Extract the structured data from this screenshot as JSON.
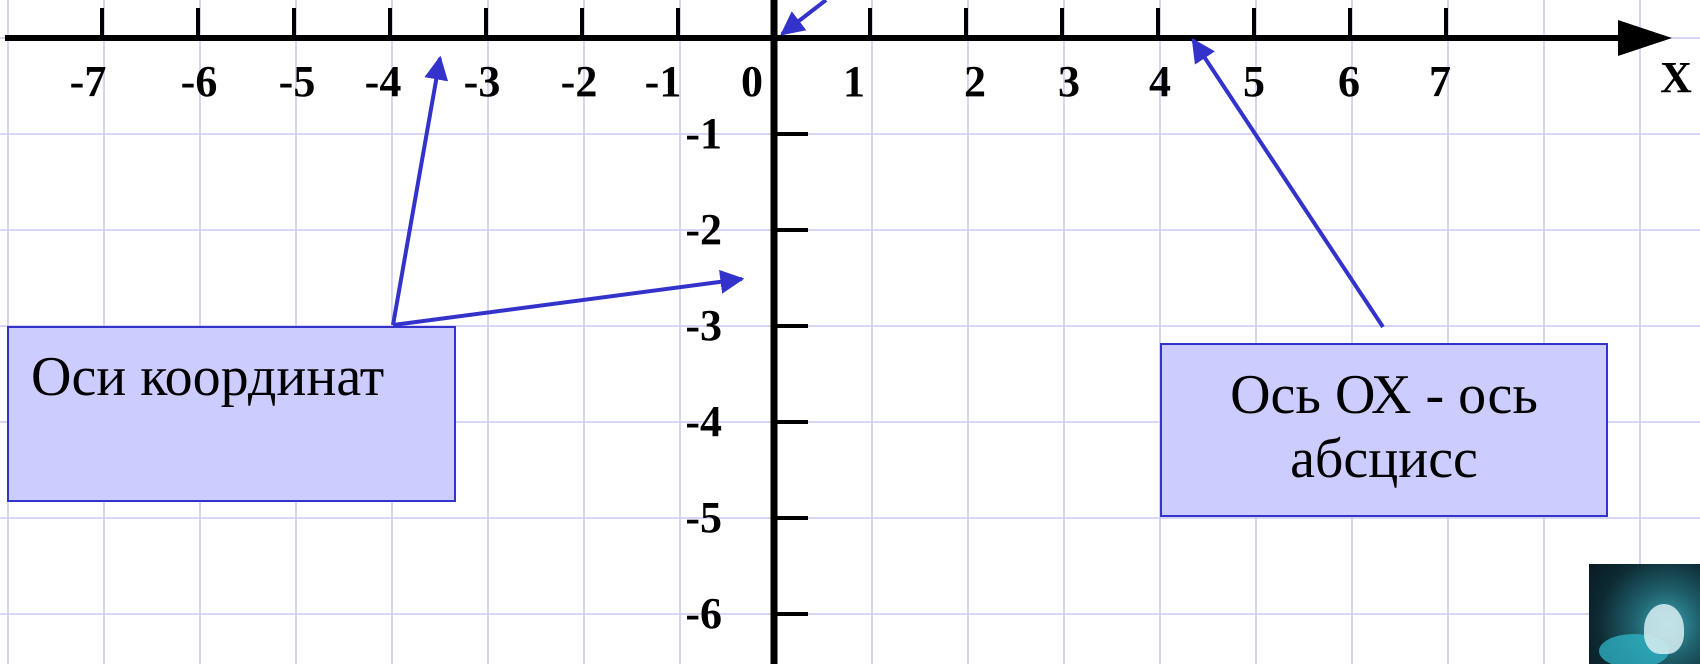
{
  "axis": {
    "x_label": "X",
    "x_ticks": [
      "-7",
      "-6",
      "-5",
      "-4",
      "-3",
      "-2",
      "-1",
      "0",
      "1",
      "2",
      "3",
      "4",
      "5",
      "6",
      "7"
    ],
    "y_ticks": [
      "-1",
      "-2",
      "-3",
      "-4",
      "-5",
      "-6"
    ]
  },
  "callouts": {
    "axes": "Оси координат",
    "ox_line1": "Ось ОХ - ось",
    "ox_line2": "абсцисс"
  },
  "colors": {
    "grid": "#c8c8f0",
    "axis": "#000000",
    "arrow": "#3333cc",
    "callout_fill": "#ccccff",
    "callout_border": "#3333cc"
  }
}
